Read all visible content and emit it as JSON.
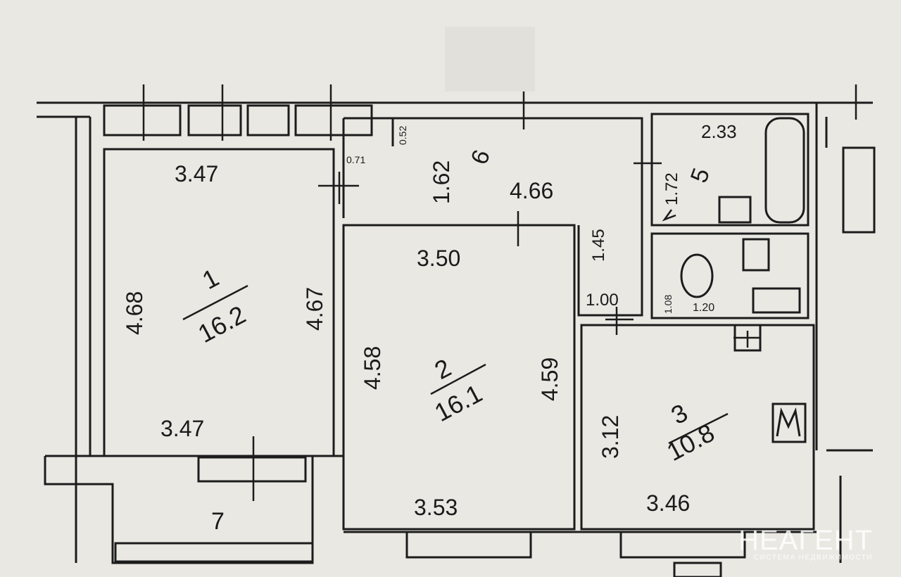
{
  "rooms": [
    {
      "number": "1",
      "area": "16.2"
    },
    {
      "number": "2",
      "area": "16.1"
    },
    {
      "number": "3",
      "area": "10.8"
    },
    {
      "number": "5"
    },
    {
      "number": "6"
    },
    {
      "number": "7"
    }
  ],
  "dimensions": {
    "room1_top": "3.47",
    "room1_bottom": "3.47",
    "room1_left": "4.68",
    "room1_right": "4.67",
    "room2_top": "3.50",
    "room2_bottom": "3.53",
    "room2_left": "4.58",
    "room2_right": "4.59",
    "room3_left": "3.12",
    "room3_bottom": "3.46",
    "hall_length": "4.66",
    "hall_width": "1.62",
    "hall_small_a": "0.52",
    "hall_small_b": "0.71",
    "corridor_height": "1.45",
    "corridor_width": "1.00",
    "bath_width": "2.33",
    "bath_height": "1.72",
    "wc_height": "1.08",
    "wc_width": "1.20"
  },
  "watermark": {
    "logo": "НЕАГЕНТ",
    "tagline": "СИСТЕМА НЕДВИЖИМОСТИ"
  }
}
